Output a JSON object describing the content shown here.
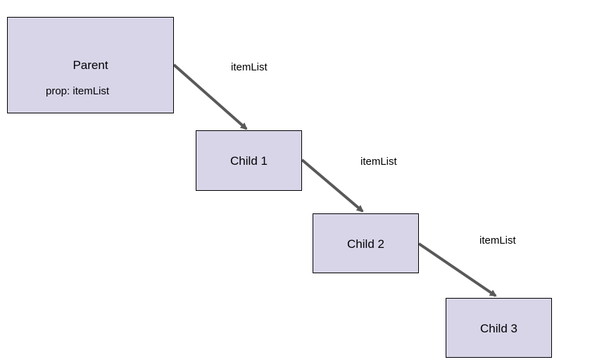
{
  "nodes": {
    "parent": {
      "label": "Parent",
      "prop": "prop: itemList"
    },
    "child1": {
      "label": "Child 1"
    },
    "child2": {
      "label": "Child 2"
    },
    "child3": {
      "label": "Child 3"
    }
  },
  "edges": [
    {
      "from": "Parent",
      "to": "Child 1",
      "label": "itemList"
    },
    {
      "from": "Child 1",
      "to": "Child 2",
      "label": "itemList"
    },
    {
      "from": "Child 2",
      "to": "Child 3",
      "label": "itemList"
    }
  ],
  "colors": {
    "box_fill": "#d9d5e9",
    "box_border": "#000000",
    "arrow": "#595959"
  }
}
